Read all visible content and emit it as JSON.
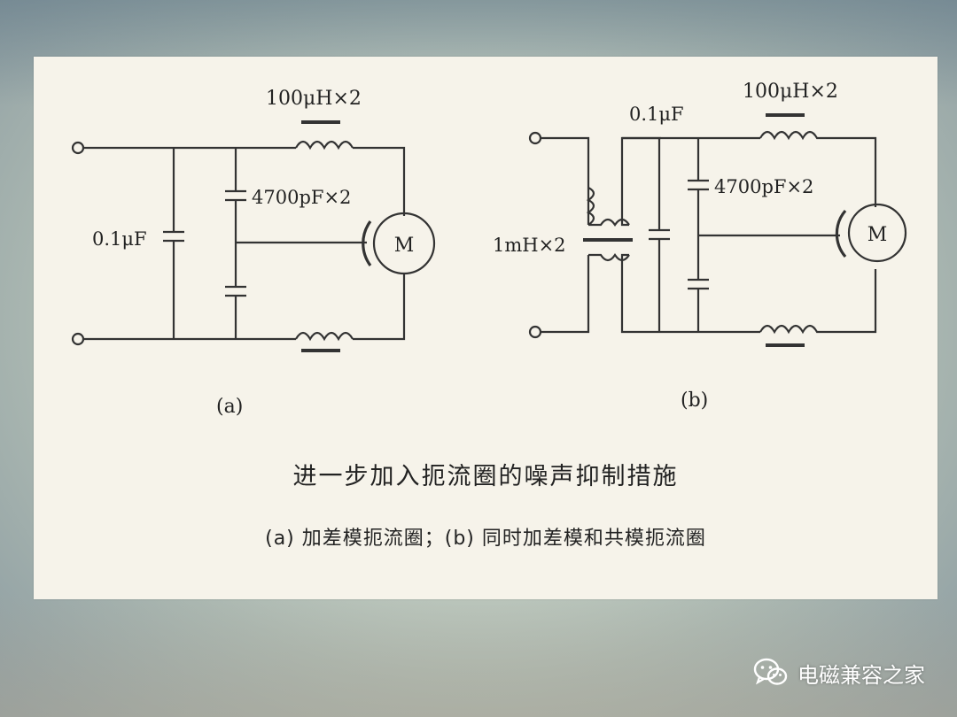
{
  "diagram_a": {
    "label_inductor": "100μH×2",
    "label_cap_y": "4700pF×2",
    "label_cap_x": "0.1μF",
    "motor": "M",
    "panel_label": "(a)"
  },
  "diagram_b": {
    "label_cap_x": "0.1μF",
    "label_inductor": "100μH×2",
    "label_cap_y": "4700pF×2",
    "label_common_choke": "1mH×2",
    "motor": "M",
    "panel_label": "(b)"
  },
  "caption": {
    "title": "进一步加入扼流圈的噪声抑制措施",
    "subtitle": "(a) 加差模扼流圈；(b) 同时加差模和共模扼流圈"
  },
  "watermark": {
    "text": "电磁兼容之家",
    "icon": "wechat-icon"
  }
}
